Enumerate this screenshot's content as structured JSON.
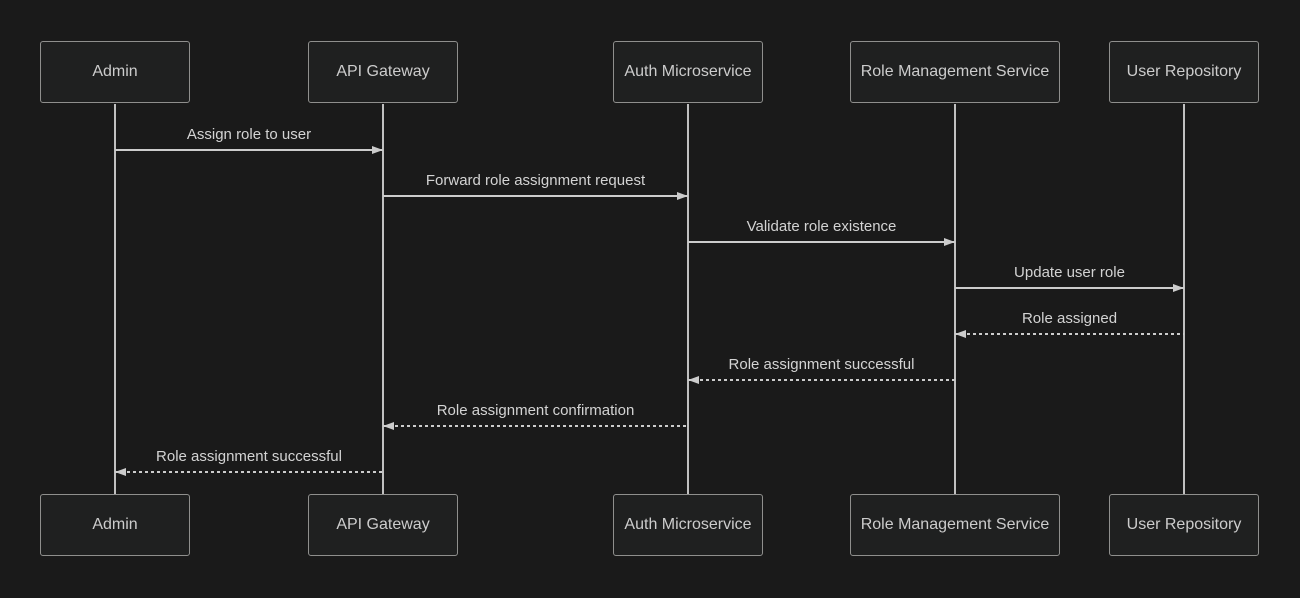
{
  "diagram": {
    "type": "sequence-diagram",
    "theme": "dark",
    "colors": {
      "background": "#1a1a1a",
      "actor_fill": "#1f2020",
      "actor_border": "#8f8f8d",
      "actor_text": "#cccccc",
      "lifeline": "#c0c0c0",
      "signal_line": "#cccccc",
      "signal_text": "#d3d3d3"
    },
    "actors": [
      {
        "label": "Admin"
      },
      {
        "label": "API Gateway"
      },
      {
        "label": "Auth Microservice"
      },
      {
        "label": "Role Management Service"
      },
      {
        "label": "User Repository"
      }
    ],
    "messages": [
      {
        "from": "Admin",
        "to": "API Gateway",
        "label": "Assign role to user",
        "style": "solid"
      },
      {
        "from": "API Gateway",
        "to": "Auth Microservice",
        "label": "Forward role assignment request",
        "style": "solid"
      },
      {
        "from": "Auth Microservice",
        "to": "Role Management Service",
        "label": "Validate role existence",
        "style": "solid"
      },
      {
        "from": "Role Management Service",
        "to": "User Repository",
        "label": "Update user role",
        "style": "solid"
      },
      {
        "from": "User Repository",
        "to": "Role Management Service",
        "label": "Role assigned",
        "style": "dashed"
      },
      {
        "from": "Role Management Service",
        "to": "Auth Microservice",
        "label": "Role assignment successful",
        "style": "dashed"
      },
      {
        "from": "Auth Microservice",
        "to": "API Gateway",
        "label": "Role assignment confirmation",
        "style": "dashed"
      },
      {
        "from": "API Gateway",
        "to": "Admin",
        "label": "Role assignment successful",
        "style": "dashed"
      }
    ]
  }
}
